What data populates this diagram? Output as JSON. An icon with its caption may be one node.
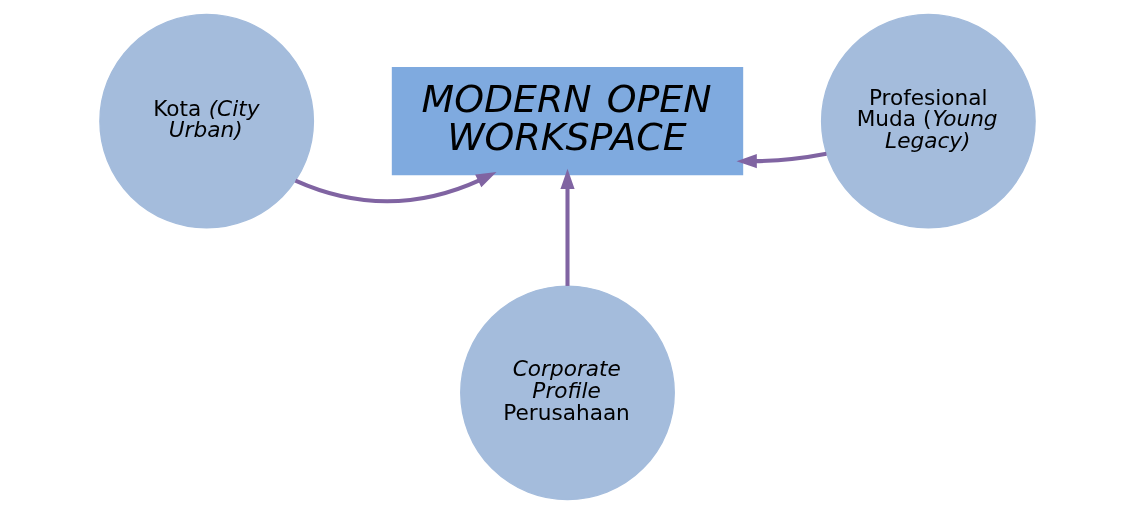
{
  "diagram": {
    "nodes": [
      {
        "text": [
          "Kota *(City Urban)*"
        ]
      },
      {
        "text": [
          "MODERN OPEN WORKSPACE"
        ]
      },
      {
        "text": [
          "Profesional Muda (*Young Legacy)*"
        ]
      },
      {
        "text": [
          "*Corporate Profile* Perusahaan"
        ]
      }
    ],
    "edges": [
      {
        "from": 0,
        "to": 1,
        "arrow": "to"
      },
      {
        "from": 2,
        "to": 1,
        "arrow": "to"
      },
      {
        "from": 3,
        "to": 1,
        "arrow": "to"
      }
    ]
  }
}
